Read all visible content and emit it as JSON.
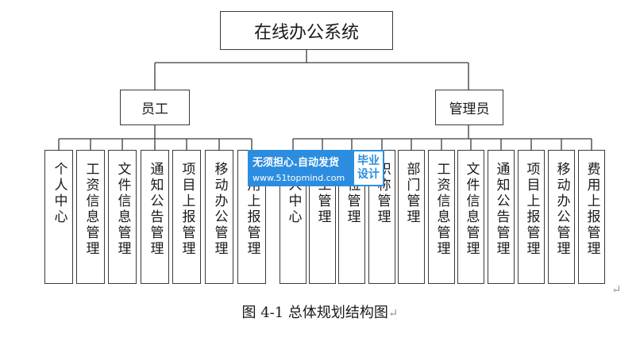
{
  "diagram": {
    "root": "在线办公系统",
    "employee": {
      "label": "员工",
      "children": [
        "个人中心",
        "工资信息管理",
        "文件信息管理",
        "通知公告管理",
        "项目上报管理",
        "移动办公管理",
        "费用上报管理"
      ]
    },
    "admin": {
      "label": "管理员",
      "children": [
        "个人中心",
        "员工管理",
        "职位管理",
        "职称管理",
        "部门管理",
        "工资信息管理",
        "文件信息管理",
        "通知公告管理",
        "项目上报管理",
        "移动办公管理",
        "费用上报管理"
      ]
    },
    "caption": "图 4-1 总体规划结构图",
    "paragraph_mark": "↵"
  },
  "watermark": {
    "line1": "无须担心.自动发货",
    "line2": "www.51topmind.com",
    "side_line1": "毕业",
    "side_line2": "设计"
  }
}
